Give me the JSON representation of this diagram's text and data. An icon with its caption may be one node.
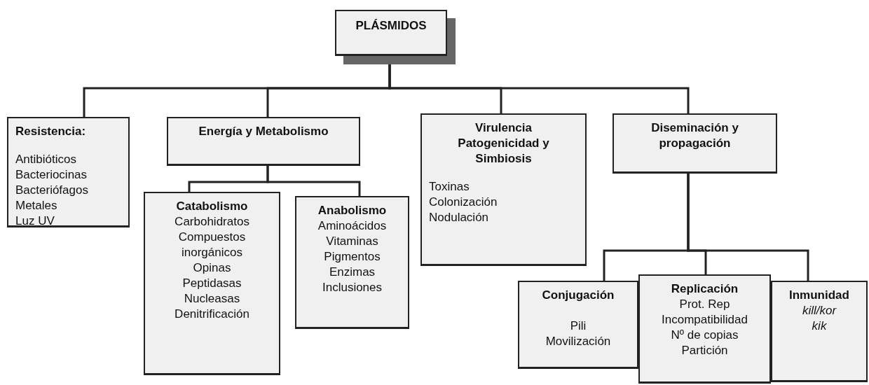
{
  "diagram": {
    "nodes": [
      {
        "text": [
          "PLÁSMIDOS"
        ]
      },
      {
        "text": [
          "Resistencia:",
          "Antibióticos",
          "Bacteriocinas",
          "Bacteriófagos",
          "Metales",
          "Luz UV"
        ]
      },
      {
        "text": [
          "Energía y Metabolismo"
        ]
      },
      {
        "text": [
          "Catabolismo",
          "Carbohidratos",
          "Compuestos inorgánicos",
          "Opinas",
          "Peptidasas",
          "Nucleasas",
          "Denitrificación"
        ]
      },
      {
        "text": [
          "Anabolismo",
          "Aminoácidos",
          "Vitaminas",
          "Pigmentos",
          "Enzimas",
          "Inclusiones"
        ]
      },
      {
        "text": [
          "Virulencia Patogenicidad y Simbiosis",
          "Toxinas",
          "Colonización",
          "Nodulación"
        ]
      },
      {
        "text": [
          "Diseminación y propagación"
        ]
      },
      {
        "text": [
          "Conjugación",
          "Pili",
          "Movilización"
        ]
      },
      {
        "text": [
          "Replicación",
          "Prot. Rep",
          "Incompatibilidad",
          "Nº de copias",
          "Partición"
        ]
      },
      {
        "text": [
          "Inmunidad",
          "kill/kor",
          "kik"
        ]
      }
    ],
    "edges": [
      {
        "from": 0,
        "to": 1,
        "arrow": "none"
      },
      {
        "from": 0,
        "to": 2,
        "arrow": "none"
      },
      {
        "from": 0,
        "to": 5,
        "arrow": "none"
      },
      {
        "from": 0,
        "to": 6,
        "arrow": "none"
      },
      {
        "from": 2,
        "to": 3,
        "arrow": "none"
      },
      {
        "from": 2,
        "to": 4,
        "arrow": "none"
      },
      {
        "from": 6,
        "to": 7,
        "arrow": "none"
      },
      {
        "from": 6,
        "to": 8,
        "arrow": "none"
      },
      {
        "from": 6,
        "to": 9,
        "arrow": "none"
      }
    ]
  }
}
